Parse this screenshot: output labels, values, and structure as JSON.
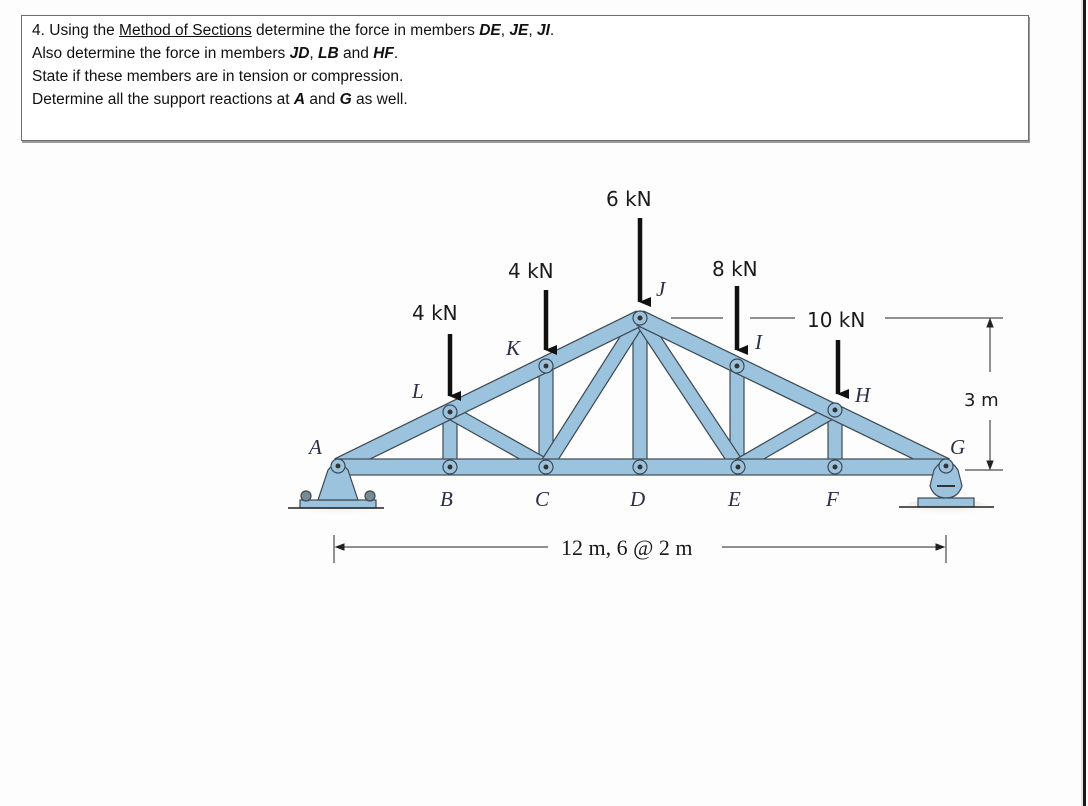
{
  "problem": {
    "number": "4.",
    "line1": {
      "prefix": " Using the ",
      "link": "Method of Sections",
      "middle": " determine the force in members ",
      "m1": "DE",
      "sep1": ", ",
      "m2": "JE",
      "sep2": ", ",
      "m3": "JI",
      "end": "."
    },
    "line2": {
      "prefix": "Also determine the force in members ",
      "m1": "JD",
      "sep1": ", ",
      "m2": "LB",
      "mid": " and ",
      "m3": "HF",
      "end": "."
    },
    "line3": "State if these members are in tension or compression.",
    "line4": {
      "prefix": "Determine all the support reactions at ",
      "a": "A",
      "mid": " and ",
      "g": "G",
      "end": " as well."
    }
  },
  "figure": {
    "joints": {
      "A": "A",
      "B": "B",
      "C": "C",
      "D": "D",
      "E": "E",
      "F": "F",
      "G": "G",
      "H": "H",
      "I": "I",
      "J": "J",
      "K": "K",
      "L": "L"
    },
    "loads": {
      "L": "4 kN",
      "K": "4 kN",
      "J": "6 kN",
      "I": "8 kN",
      "H": "10 kN"
    },
    "dimensions": {
      "span": "12 m, 6 @ 2 m",
      "height": "3 m"
    },
    "colors": {
      "member_fill": "#9cc3dd",
      "member_edge": "#3d4a55",
      "ground_shadow": "#c9c4a8"
    }
  }
}
